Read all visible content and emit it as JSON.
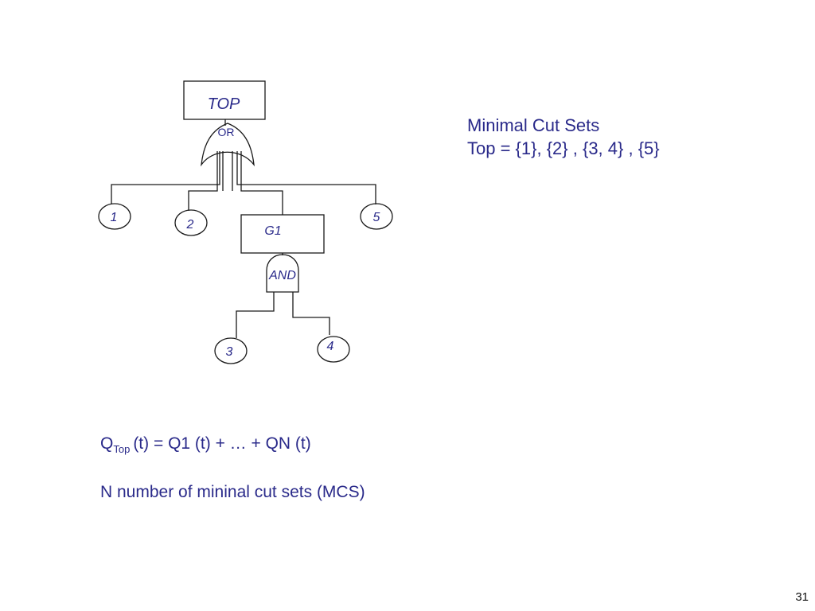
{
  "tree": {
    "top_event": "TOP",
    "or_gate": "OR",
    "intermediate_event": "G1",
    "and_gate": "AND",
    "events": {
      "e1": "1",
      "e2": "2",
      "e3": "3",
      "e4": "4",
      "e5": "5"
    }
  },
  "cut_sets": {
    "heading": "Minimal Cut Sets",
    "expression": "Top = {1}, {2} , {3, 4} , {5}"
  },
  "formula": {
    "symbol": "Q",
    "subscript": "Top",
    "rest": "(t) = Q1 (t) + …  + QN (t)"
  },
  "note": "N number of mininal cut sets (MCS)",
  "page_number": "31"
}
